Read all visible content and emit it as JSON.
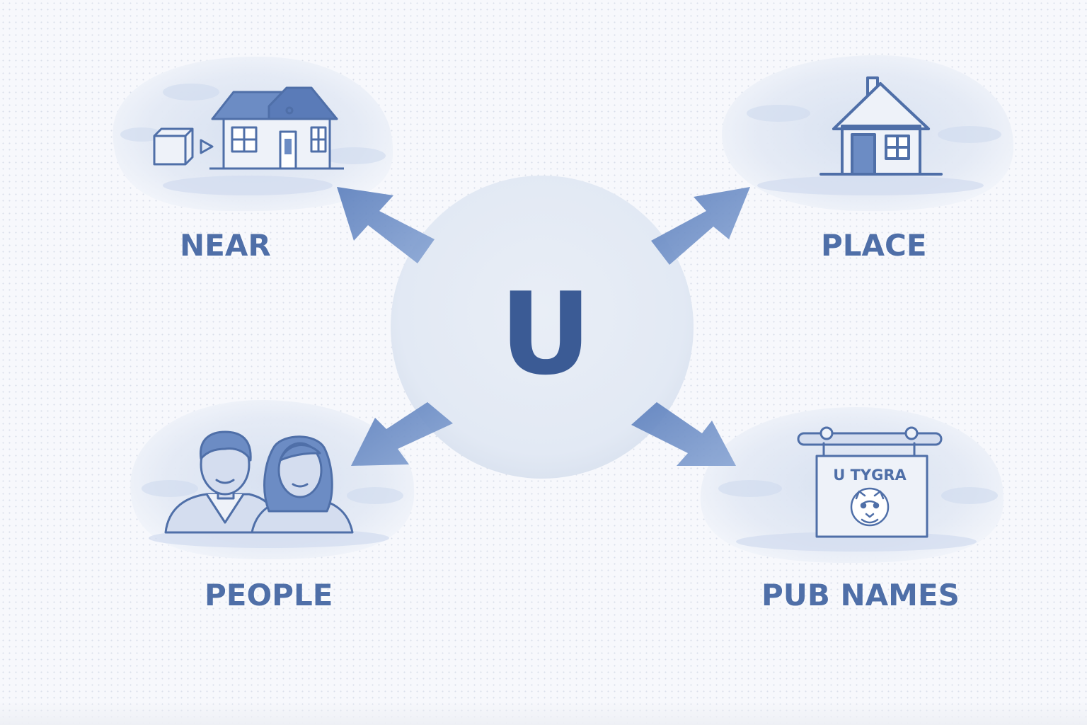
{
  "center": {
    "letter": "U"
  },
  "nodes": {
    "near": {
      "label": "NEAR",
      "icon": "house-with-cube-icon"
    },
    "place": {
      "label": "PLACE",
      "icon": "house-icon"
    },
    "people": {
      "label": "PEOPLE",
      "icon": "people-icon"
    },
    "pub": {
      "label": "PUB NAMES",
      "icon": "pub-sign-icon",
      "sign_text": "U TYGRA",
      "sign_emblem": "tiger-head-icon"
    }
  },
  "colors": {
    "accent": "#4f6fa8",
    "dark": "#3b5b95",
    "cloud": "#e3eaf5",
    "arrow": "#6a8cc4",
    "circle": "#e6ecf5"
  }
}
